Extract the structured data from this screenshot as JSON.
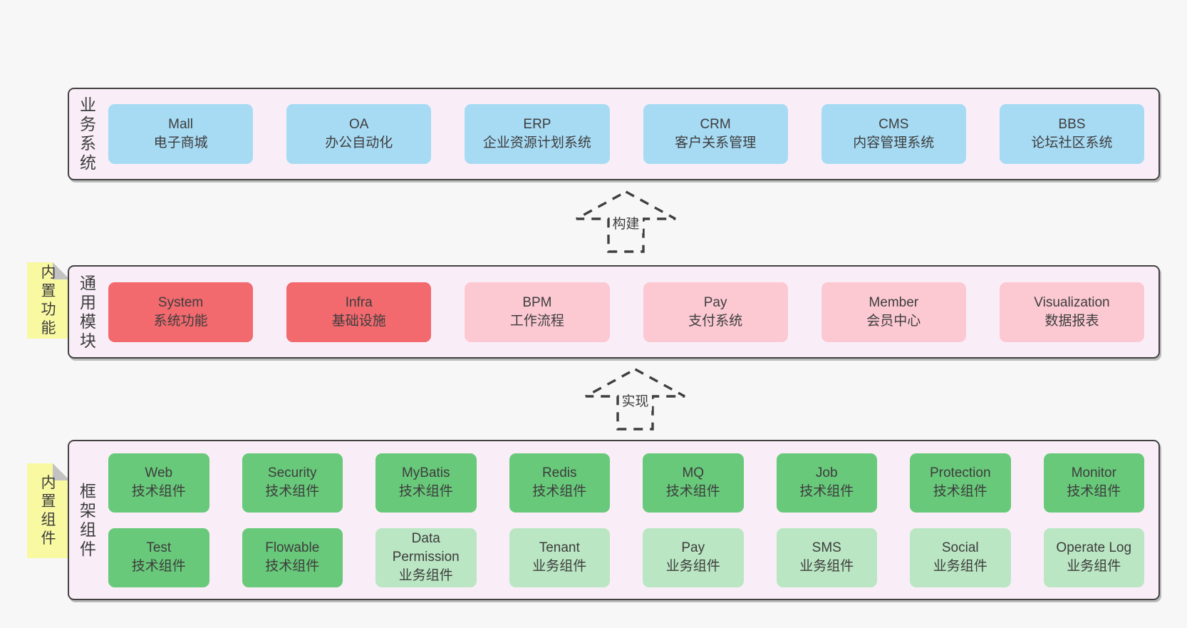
{
  "diagram": {
    "colors": {
      "page_bg": "#f7f7f7",
      "panel_bg": "#f9eef7",
      "panel_border": "#424242",
      "business_box": "#a7dbf4",
      "core_module_box": "#f2696e",
      "module_box": "#fcc9d3",
      "tech_component_box": "#68c97a",
      "biz_component_box": "#bae6c3",
      "sticky_note": "#f9f9a2",
      "text": "#3d3d3d"
    },
    "arrows": [
      {
        "label": "构建"
      },
      {
        "label": "实现"
      }
    ],
    "bands": [
      {
        "label": "业务系统",
        "boxes": [
          {
            "name": "Mall",
            "desc": "电子商城"
          },
          {
            "name": "OA",
            "desc": "办公自动化"
          },
          {
            "name": "ERP",
            "desc": "企业资源计划系统"
          },
          {
            "name": "CRM",
            "desc": "客户关系管理"
          },
          {
            "name": "CMS",
            "desc": "内容管理系统"
          },
          {
            "name": "BBS",
            "desc": "论坛社区系统"
          }
        ]
      },
      {
        "label": "通用模块",
        "tab": "内置功能",
        "boxes": [
          {
            "name": "System",
            "desc": "系统功能"
          },
          {
            "name": "Infra",
            "desc": "基础设施"
          },
          {
            "name": "BPM",
            "desc": "工作流程"
          },
          {
            "name": "Pay",
            "desc": "支付系统"
          },
          {
            "name": "Member",
            "desc": "会员中心"
          },
          {
            "name": "Visualization",
            "desc": "数据报表"
          }
        ]
      },
      {
        "label": "框架组件",
        "tab": "内置组件",
        "rows": [
          [
            {
              "name": "Web",
              "desc": "技术组件"
            },
            {
              "name": "Security",
              "desc": "技术组件"
            },
            {
              "name": "MyBatis",
              "desc": "技术组件"
            },
            {
              "name": "Redis",
              "desc": "技术组件"
            },
            {
              "name": "MQ",
              "desc": "技术组件"
            },
            {
              "name": "Job",
              "desc": "技术组件"
            },
            {
              "name": "Protection",
              "desc": "技术组件"
            },
            {
              "name": "Monitor",
              "desc": "技术组件"
            }
          ],
          [
            {
              "name": "Test",
              "desc": "技术组件"
            },
            {
              "name": "Flowable",
              "desc": "技术组件"
            },
            {
              "name": "Data Permission",
              "desc": "业务组件"
            },
            {
              "name": "Tenant",
              "desc": "业务组件"
            },
            {
              "name": "Pay",
              "desc": "业务组件"
            },
            {
              "name": "SMS",
              "desc": "业务组件"
            },
            {
              "name": "Social",
              "desc": "业务组件"
            },
            {
              "name": "Operate Log",
              "desc": "业务组件"
            }
          ]
        ]
      }
    ]
  }
}
